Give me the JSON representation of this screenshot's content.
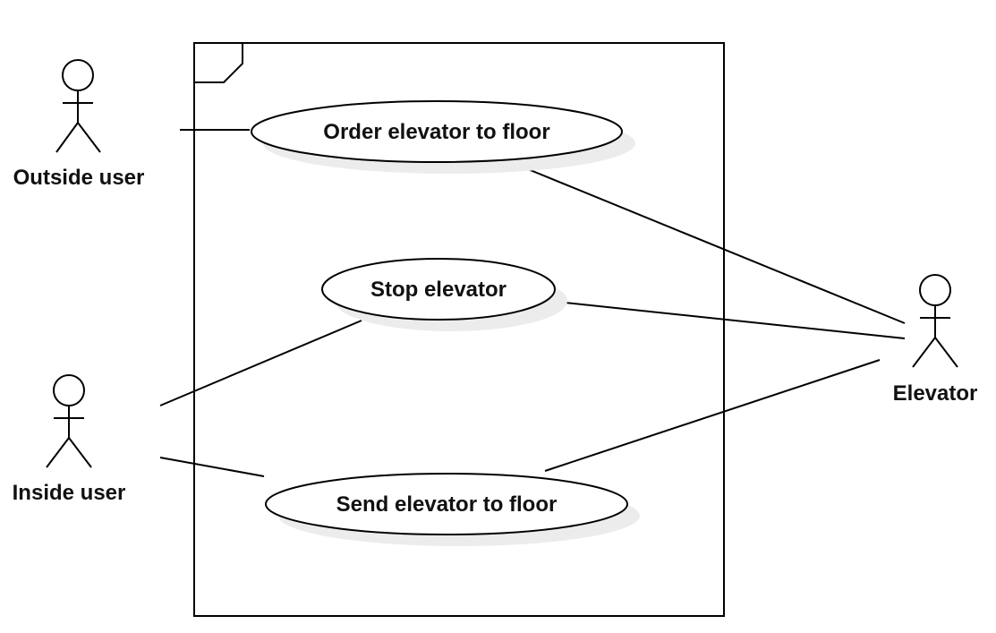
{
  "colors": {
    "stroke": "#000000",
    "text": "#111111",
    "shadow": "#ececec",
    "background": "#ffffff"
  },
  "use_cases": [
    {
      "id": "order",
      "label": "Order elevator to floor"
    },
    {
      "id": "stop",
      "label": "Stop elevator"
    },
    {
      "id": "send",
      "label": "Send elevator to floor"
    }
  ],
  "actors": [
    {
      "id": "outside",
      "label": "Outside user",
      "icon": "stick-figure-icon"
    },
    {
      "id": "inside",
      "label": "Inside user",
      "icon": "stick-figure-icon"
    },
    {
      "id": "elevator",
      "label": "Elevator",
      "icon": "stick-figure-icon"
    }
  ],
  "associations": [
    {
      "actor": "outside",
      "use_case": "order"
    },
    {
      "actor": "inside",
      "use_case": "stop"
    },
    {
      "actor": "inside",
      "use_case": "send"
    },
    {
      "actor": "elevator",
      "use_case": "order"
    },
    {
      "actor": "elevator",
      "use_case": "stop"
    },
    {
      "actor": "elevator",
      "use_case": "send"
    }
  ]
}
